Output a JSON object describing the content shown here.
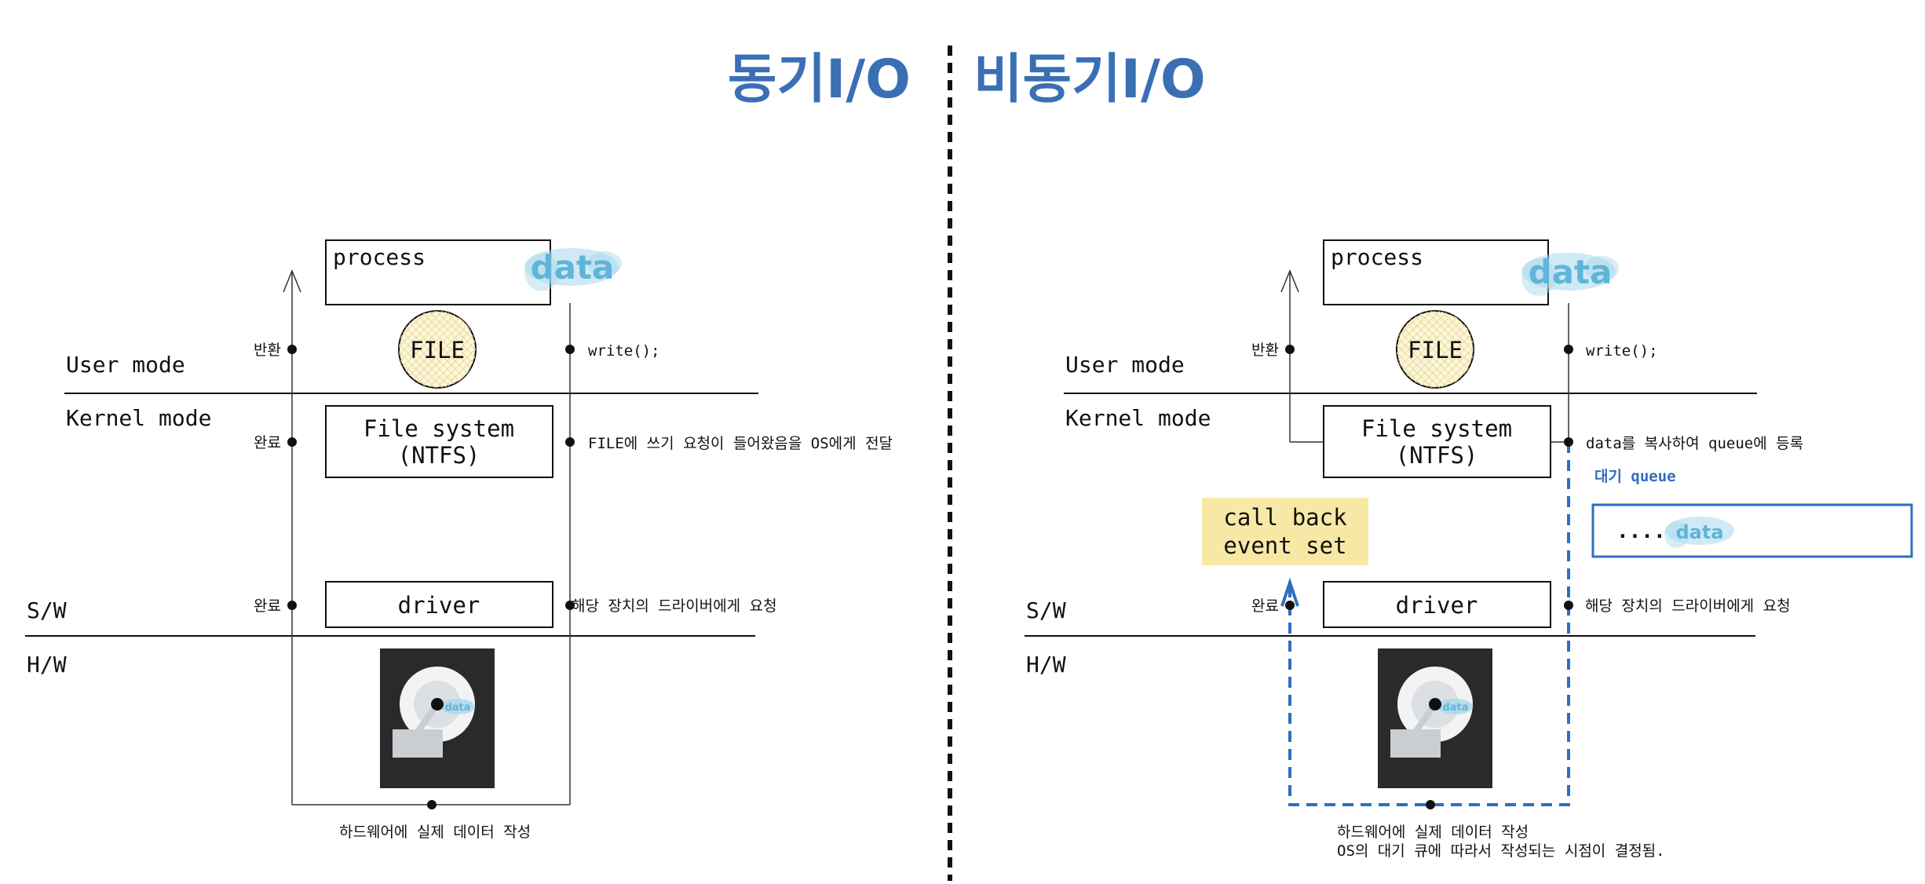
{
  "titles": {
    "sync": "동기I/O",
    "async": "비동기I/O"
  },
  "layers": {
    "user_mode": "User mode",
    "kernel_mode": "Kernel mode",
    "sw": "S/W",
    "hw": "H/W"
  },
  "boxes": {
    "process": "process",
    "file": "FILE",
    "fs_line1": "File system",
    "fs_line2": "(NTFS)",
    "driver": "driver",
    "data": "data"
  },
  "labels": {
    "return": "반환",
    "done": "완료",
    "write_call": "write();",
    "sync_fs_note": "FILE에 쓰기 요청이 들어왔음을 OS에게 전달",
    "driver_note": "해당 장치의 드라이버에게 요청",
    "hw_write": "하드웨어에 실제 데이터 작성",
    "async_fs_note": "data를 복사하여 queue에 등록",
    "queue_title": "대기 queue",
    "queue_dots": "....",
    "callback_line1": "call back",
    "callback_line2": "event set",
    "async_hw_note": "OS의 대기 큐에 따라서 작성되는 시점이 결정됨."
  },
  "colors": {
    "title": "#3a6fb4",
    "accent": "#2f6fc0",
    "data": "#5fb5d8",
    "callback": "#f8e8a6",
    "file_fill": "#fdf6d8"
  }
}
